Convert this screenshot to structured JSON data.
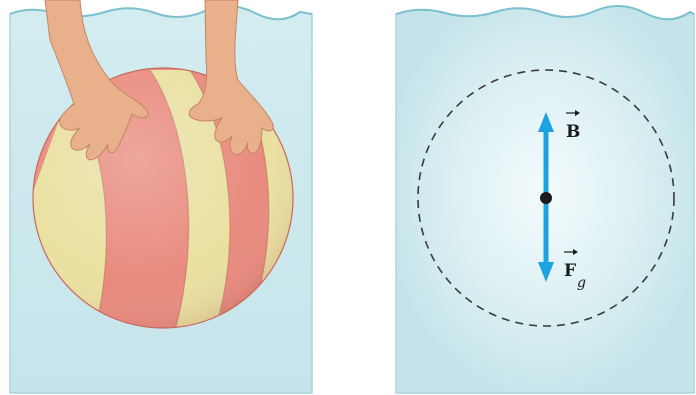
{
  "colors": {
    "water": "#cfe9ee",
    "water_edge": "#a9d6df",
    "water_highlight": "#f4fbfc",
    "arrow": "#1aa3e0",
    "ball_red": "#e98a7d",
    "ball_yellow": "#e9e0a0",
    "skin": "#e9b08c",
    "dashed_circle": "#3a3a3a"
  },
  "left_panel": {
    "description_icon": "beach-ball-icon",
    "hands_icon": "hands-icon"
  },
  "right_panel": {
    "forces": {
      "buoyant": {
        "symbol": "B",
        "arrow_over": "→"
      },
      "gravity": {
        "symbol": "F",
        "subscript": "g",
        "arrow_over": "→"
      }
    }
  }
}
